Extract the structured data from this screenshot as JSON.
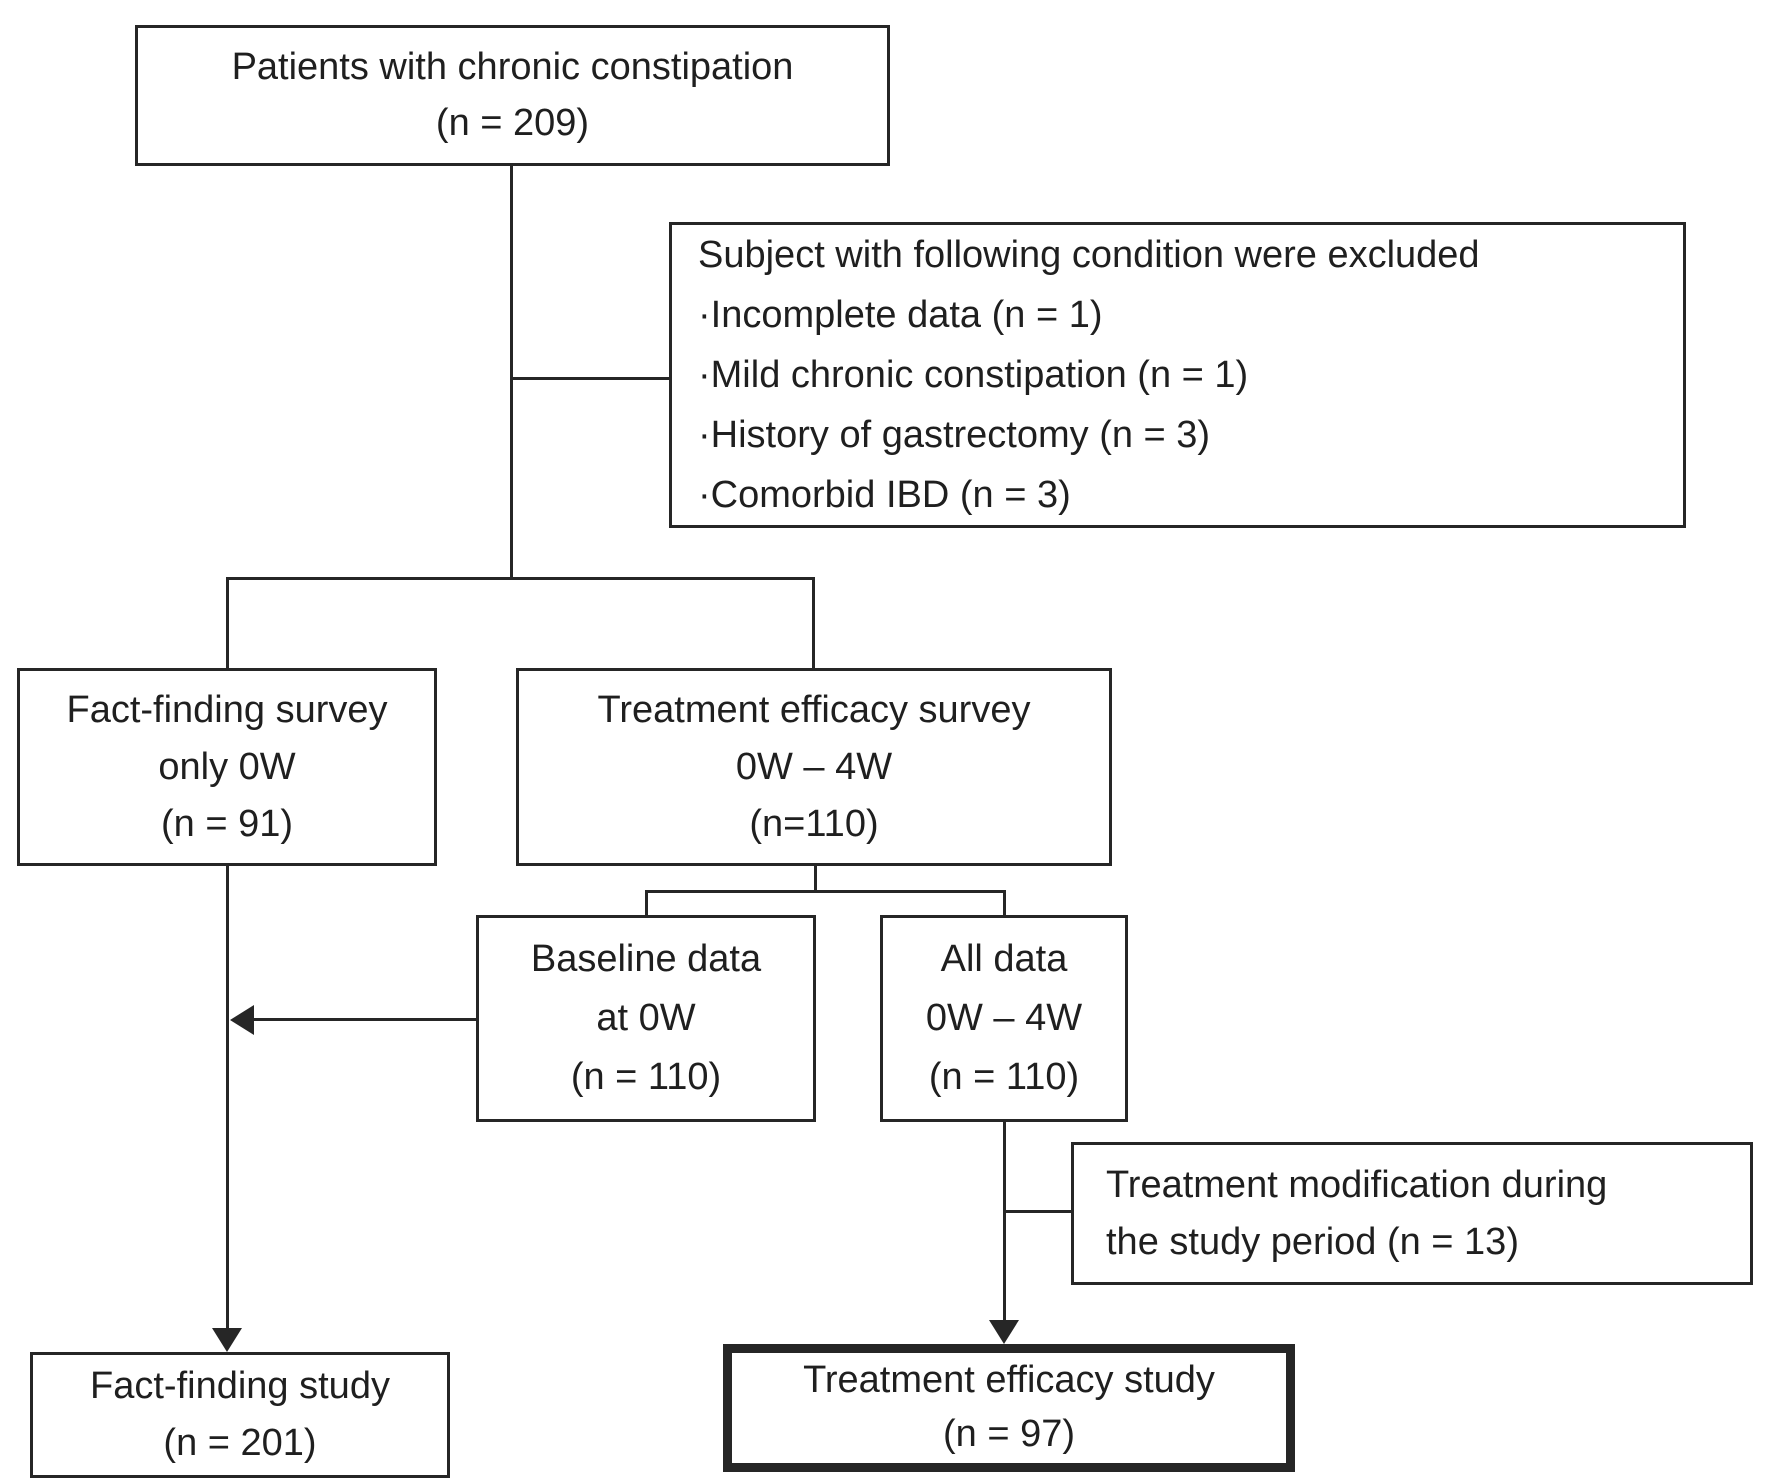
{
  "diagram": {
    "boxes": {
      "patients": {
        "lines": [
          "Patients with chronic constipation",
          "(n = 209)"
        ]
      },
      "exclusion": {
        "title": "Subject with following condition were excluded",
        "items": [
          "·Incomplete data (n = 1)",
          "·Mild chronic constipation (n = 1)",
          "·History of gastrectomy (n = 3)",
          "·Comorbid IBD (n = 3)"
        ]
      },
      "fact_survey": {
        "lines": [
          "Fact-finding survey",
          "only 0W",
          "(n = 91)"
        ]
      },
      "treatment_survey": {
        "lines": [
          "Treatment efficacy survey",
          "0W – 4W",
          "(n=110)"
        ]
      },
      "baseline": {
        "lines": [
          "Baseline data",
          "at 0W",
          "(n = 110)"
        ]
      },
      "all_data": {
        "lines": [
          "All data",
          "0W – 4W",
          "(n = 110)"
        ]
      },
      "modification": {
        "lines": [
          "Treatment modification during",
          "the study period (n = 13)"
        ]
      },
      "fact_study": {
        "lines": [
          "Fact-finding study",
          "(n = 201)"
        ]
      },
      "treatment_study": {
        "lines": [
          "Treatment efficacy study",
          "(n = 97)"
        ]
      }
    },
    "colors": {
      "line": "#262626",
      "text": "#1f1f1f",
      "background": "#ffffff"
    }
  }
}
